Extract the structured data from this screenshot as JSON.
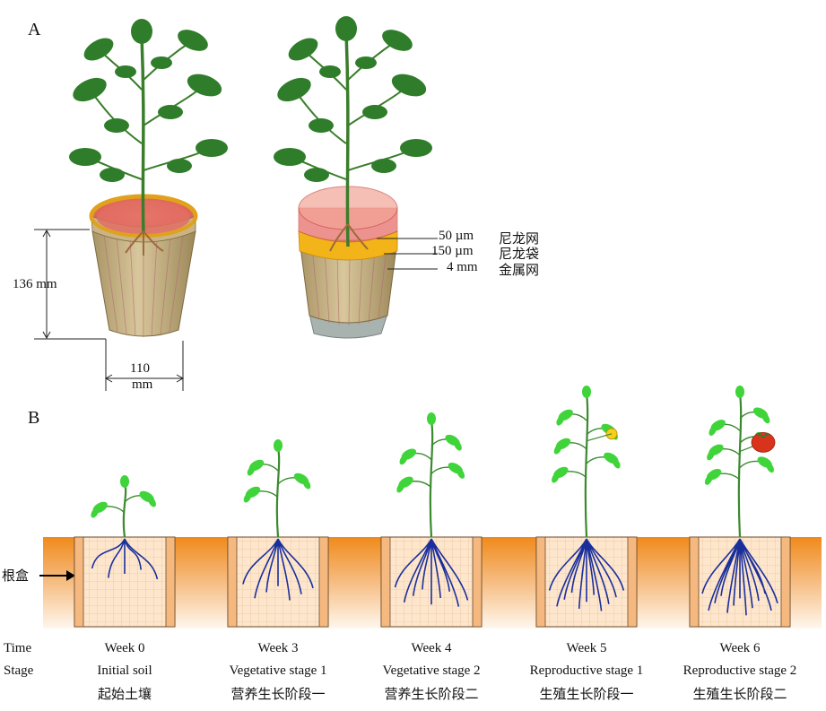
{
  "panel_a": {
    "label": "A",
    "height_dim": "136 mm",
    "width_dim_1": "110",
    "width_dim_2": "mm",
    "layers": [
      {
        "size": "50 µm",
        "name": "尼龙网"
      },
      {
        "size": "150 µm",
        "name": "尼龙袋"
      },
      {
        "size": "4 mm",
        "name": "金属网"
      }
    ]
  },
  "panel_b": {
    "label": "B",
    "rootbox_label": "根盒",
    "row_labels": {
      "time": "Time",
      "stage": "Stage"
    },
    "stages": [
      {
        "week": "Week 0",
        "stage_en": "Initial soil",
        "stage_cn": "起始土壤"
      },
      {
        "week": "Week 3",
        "stage_en": "Vegetative stage 1",
        "stage_cn": "营养生长阶段一"
      },
      {
        "week": "Week 4",
        "stage_en": "Vegetative stage 2",
        "stage_cn": "营养生长阶段二"
      },
      {
        "week": "Week 5",
        "stage_en": "Reproductive stage 1",
        "stage_cn": "生殖生长阶段一"
      },
      {
        "week": "Week 6",
        "stage_en": "Reproductive stage 2",
        "stage_cn": "生殖生长阶段二"
      }
    ]
  },
  "colors": {
    "leaf_dark": "#2f7d2a",
    "leaf_light": "#3fd43a",
    "stem": "#3a8a2e",
    "root_blue": "#1a2f9c",
    "pot_tan": "#c9b486",
    "liner_red": "#e8706a",
    "band_yellow": "#f2b418",
    "soil_orange": "#f08a1c",
    "tomato_red": "#d8341c"
  }
}
